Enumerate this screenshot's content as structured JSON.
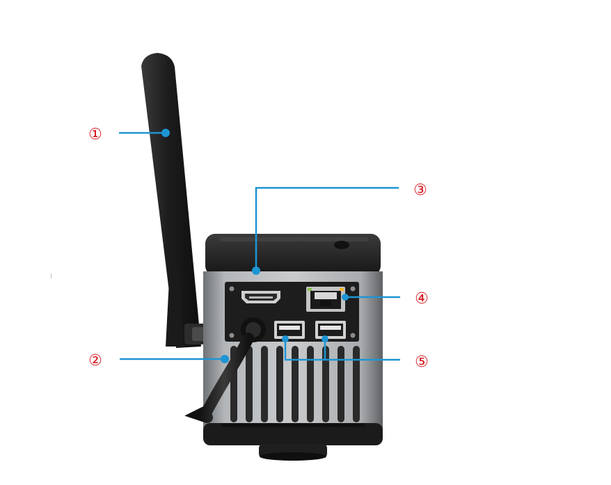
{
  "callouts": [
    {
      "id": 1,
      "label": "①",
      "target": "antenna"
    },
    {
      "id": 2,
      "label": "②",
      "target": "power-cable"
    },
    {
      "id": 3,
      "label": "③",
      "target": "hdmi-port"
    },
    {
      "id": 4,
      "label": "④",
      "target": "ethernet-port"
    },
    {
      "id": 5,
      "label": "⑤",
      "target": "usb-ports"
    }
  ],
  "stray_mark": "I",
  "colors": {
    "leader_line": "#1e95d4",
    "callout_text": "#d4141c",
    "device_body": "#2a2a2a",
    "device_panel": "#9a9da0",
    "antenna": "#242424",
    "background": "#ffffff"
  },
  "icons": {
    "hdmi": "hdmi-port-icon",
    "ethernet": "ethernet-port-icon",
    "usb": "usb-port-icon",
    "power": "power-jack-icon"
  }
}
